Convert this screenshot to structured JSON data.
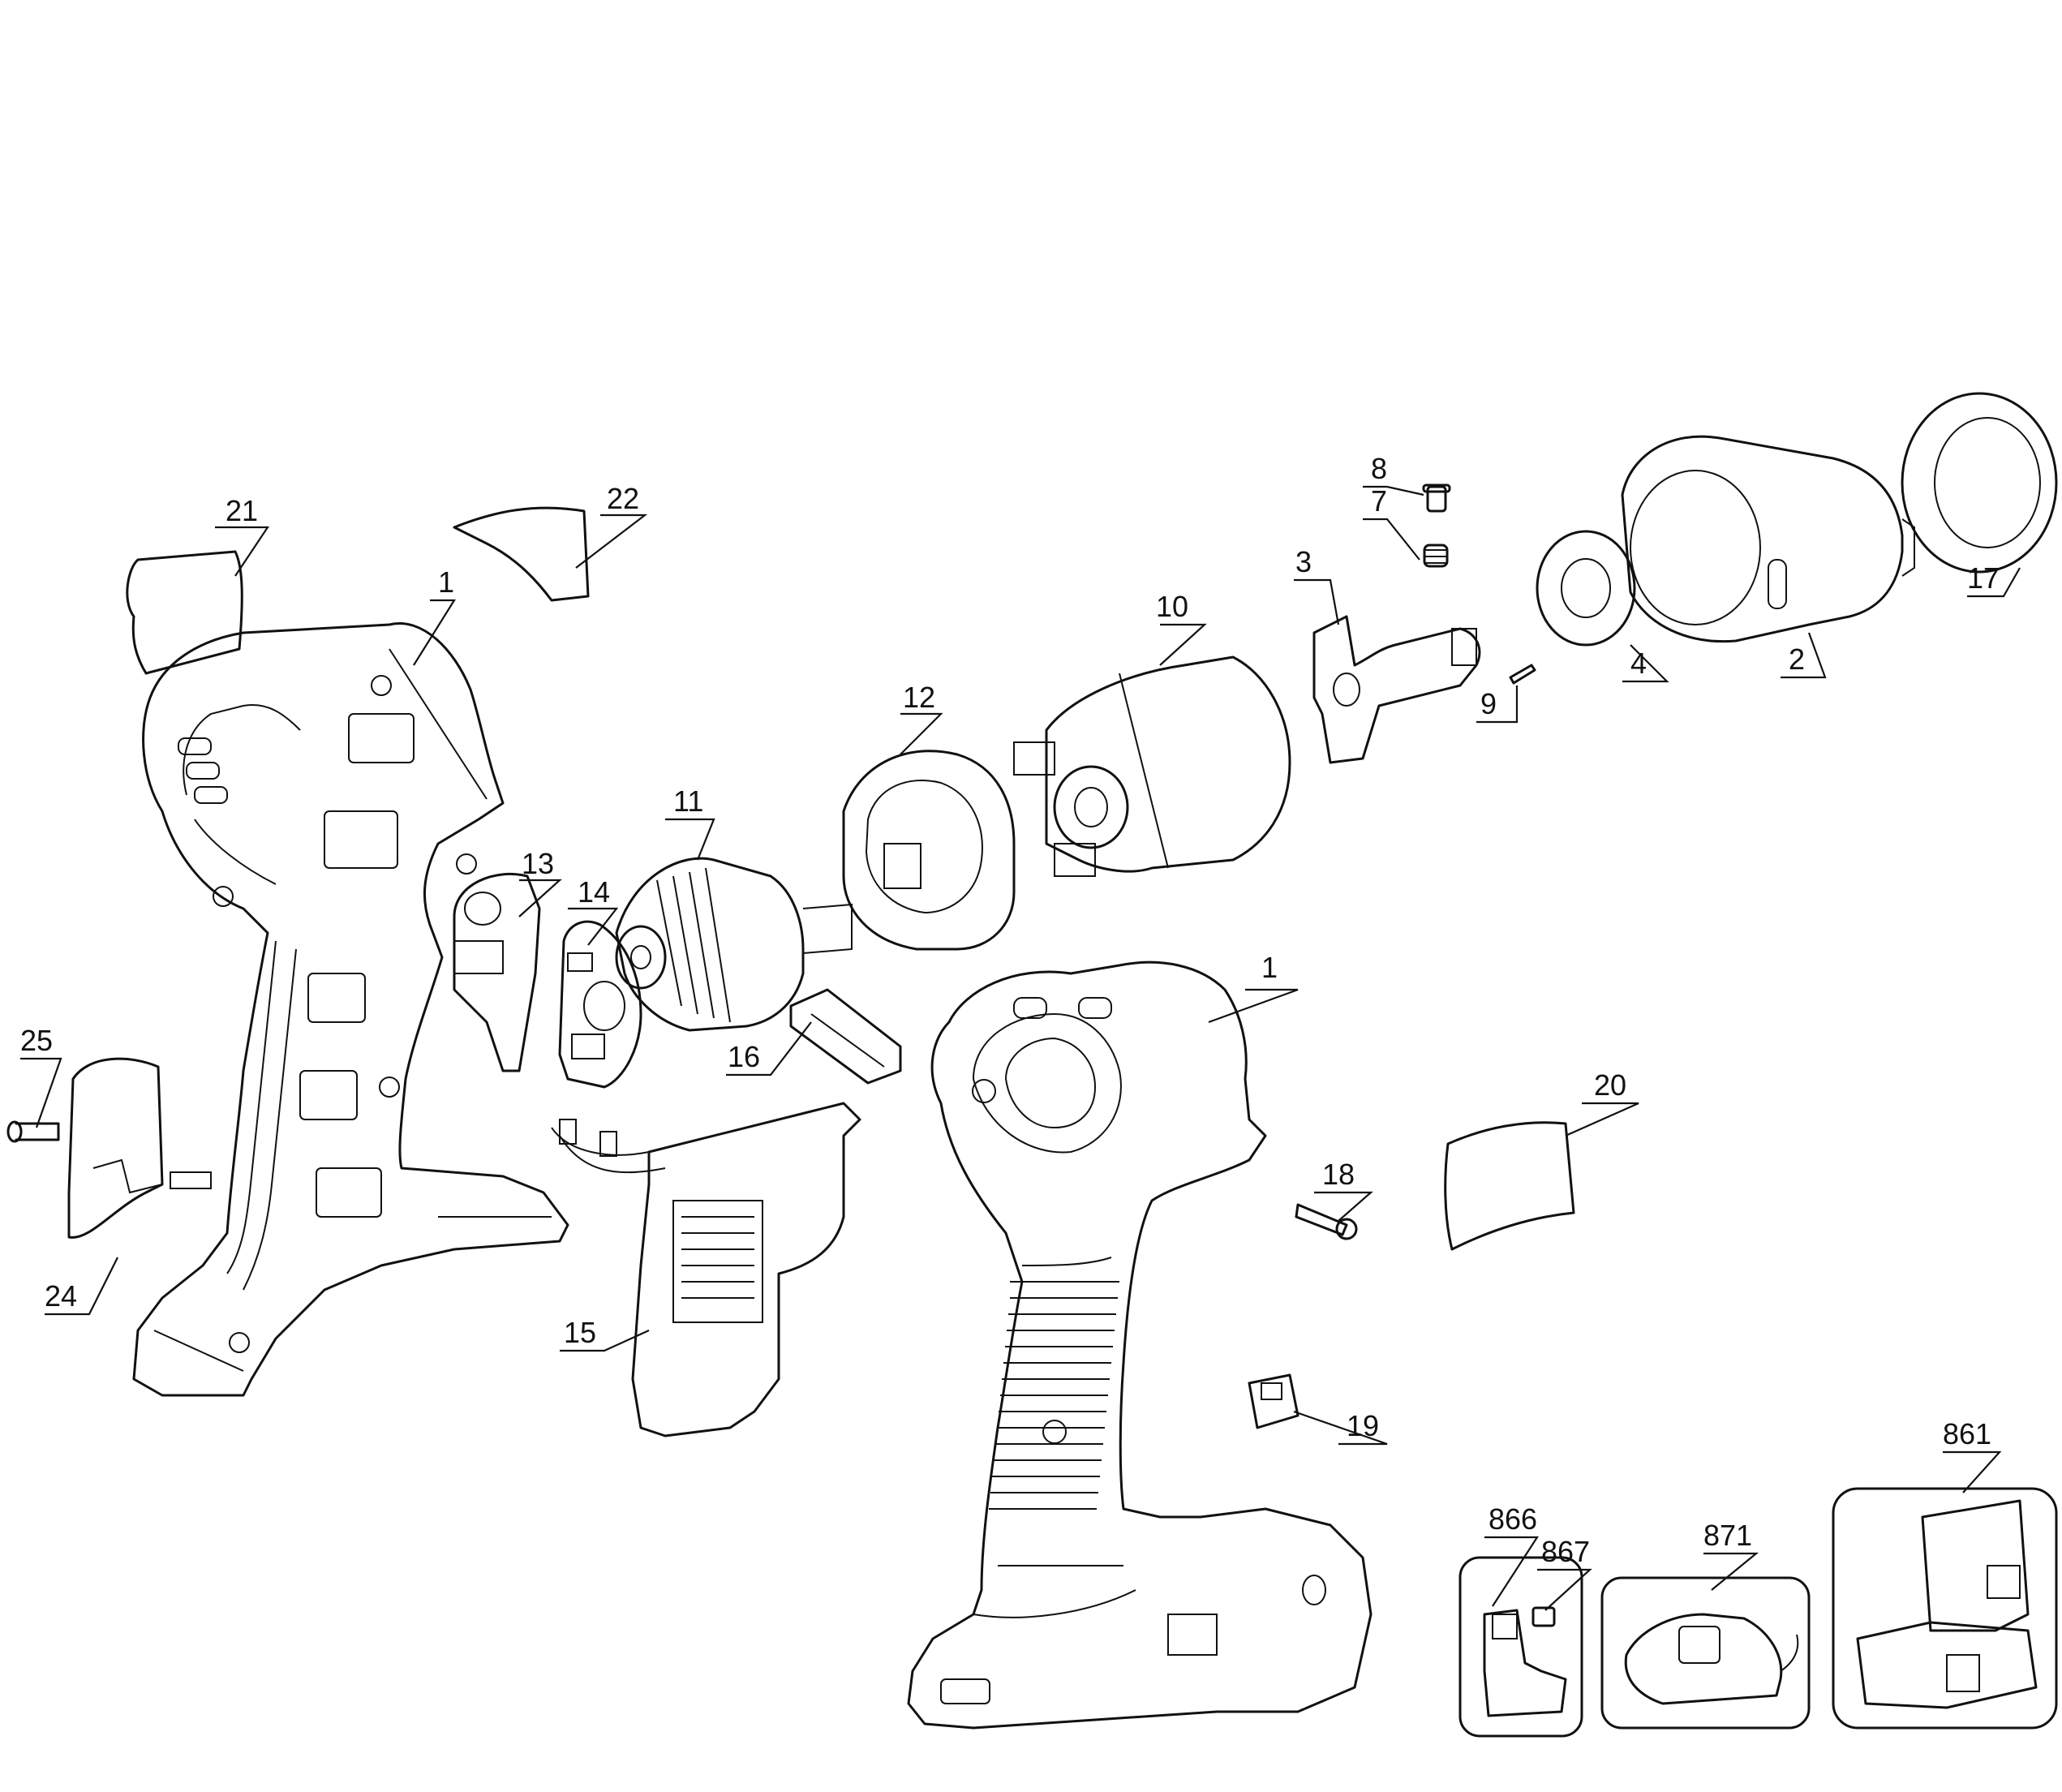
{
  "callouts": [
    {
      "id": "1a",
      "text": "1"
    },
    {
      "id": "1b",
      "text": "1"
    },
    {
      "id": "2",
      "text": "2"
    },
    {
      "id": "3",
      "text": "3"
    },
    {
      "id": "4",
      "text": "4"
    },
    {
      "id": "7",
      "text": "7"
    },
    {
      "id": "8",
      "text": "8"
    },
    {
      "id": "9",
      "text": "9"
    },
    {
      "id": "10",
      "text": "10"
    },
    {
      "id": "11",
      "text": "11"
    },
    {
      "id": "12",
      "text": "12"
    },
    {
      "id": "13",
      "text": "13"
    },
    {
      "id": "14",
      "text": "14"
    },
    {
      "id": "15",
      "text": "15"
    },
    {
      "id": "16",
      "text": "16"
    },
    {
      "id": "17",
      "text": "17"
    },
    {
      "id": "18",
      "text": "18"
    },
    {
      "id": "19",
      "text": "19"
    },
    {
      "id": "20",
      "text": "20"
    },
    {
      "id": "21",
      "text": "21"
    },
    {
      "id": "22",
      "text": "22"
    },
    {
      "id": "24",
      "text": "24"
    },
    {
      "id": "25",
      "text": "25"
    },
    {
      "id": "861",
      "text": "861"
    },
    {
      "id": "866",
      "text": "866"
    },
    {
      "id": "867",
      "text": "867"
    },
    {
      "id": "871",
      "text": "871"
    }
  ]
}
